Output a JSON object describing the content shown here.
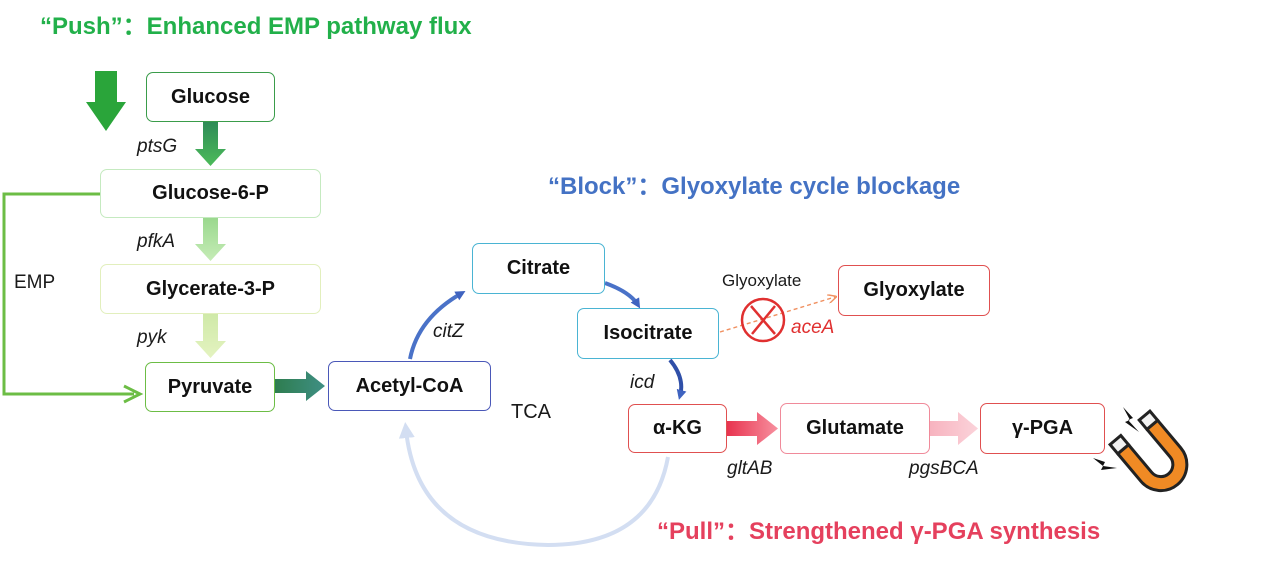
{
  "headings": {
    "push": "“Push”：Enhanced EMP pathway flux",
    "block": "“Block”：Glyoxylate cycle blockage",
    "pull": "“Pull”：Strengthened γ-PGA synthesis"
  },
  "nodes": {
    "glucose": "Glucose",
    "glucose_6_p": "Glucose-6-P",
    "glycerate_3_p": "Glycerate-3-P",
    "pyruvate": "Pyruvate",
    "acetyl_coa": "Acetyl-CoA",
    "citrate": "Citrate",
    "isocitrate": "Isocitrate",
    "akg": "α-KG",
    "glutamate": "Glutamate",
    "gpga": "γ-PGA",
    "glyoxylate": "Glyoxylate"
  },
  "labels": {
    "ptsg": "ptsG",
    "pfka": "pfkA",
    "pyk": "pyk",
    "emp": "EMP",
    "citz": "citZ",
    "icd": "icd",
    "tca": "TCA",
    "gltab": "gltAB",
    "pgsbca": "pgsBCA",
    "glyoxylate_enzyme": "Glyoxylate",
    "acea": "aceA"
  },
  "icons": {
    "push_arrow": "down-arrow-icon",
    "block": "crossed-circle-icon",
    "magnet": "magnet-icon"
  },
  "colors": {
    "push": "#22b04a",
    "block": "#4472c4",
    "pull": "#e5405d",
    "blocked_enzyme": "#e03030"
  }
}
